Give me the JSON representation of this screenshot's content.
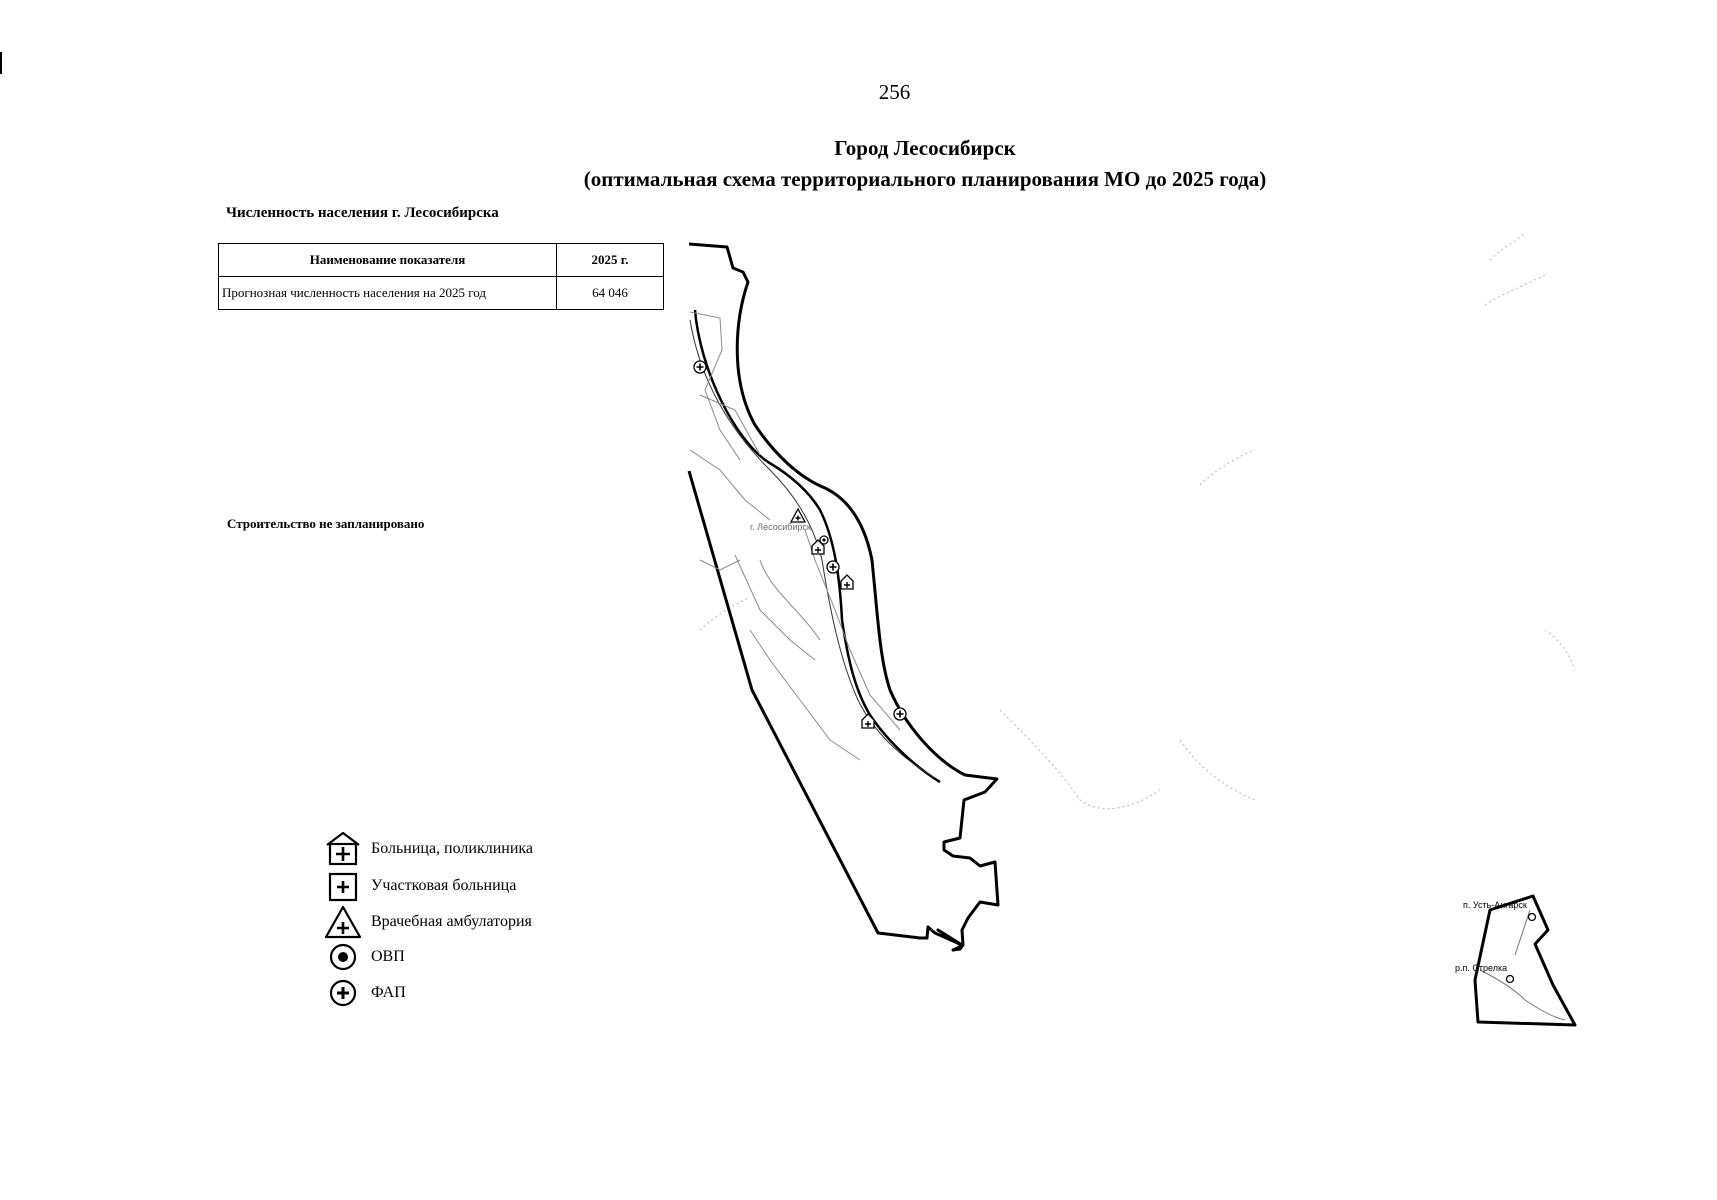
{
  "page_number": "256",
  "title": {
    "line1": "Город Лесосибирск",
    "line2": "(оптимальная схема территориального планирования МО до 2025 года)"
  },
  "population": {
    "heading": "Численность населения г. Лесосибирска",
    "columns": [
      "Наименование показателя",
      "2025 г."
    ],
    "rows": [
      {
        "name": "Прогнозная численность населения на 2025 год",
        "value": "64 046"
      }
    ]
  },
  "construction_note": "Строительство не запланировано",
  "map": {
    "city_label": "г. Лесосибирск",
    "inset_labels": [
      "п. Усть-Ангарск",
      "р.п. Стрелка"
    ]
  },
  "legend": [
    {
      "icon": "hospital-polyclinic-icon",
      "label": "Больница, поликлиника"
    },
    {
      "icon": "district-hospital-icon",
      "label": "Участковая больница"
    },
    {
      "icon": "medical-ambulatory-icon",
      "label": "Врачебная амбулатория"
    },
    {
      "icon": "ovp-icon",
      "label": "ОВП"
    },
    {
      "icon": "fap-icon",
      "label": "ФАП"
    }
  ],
  "colors": {
    "ink": "#000000",
    "faint": "#9a9a9a",
    "background": "#ffffff"
  }
}
